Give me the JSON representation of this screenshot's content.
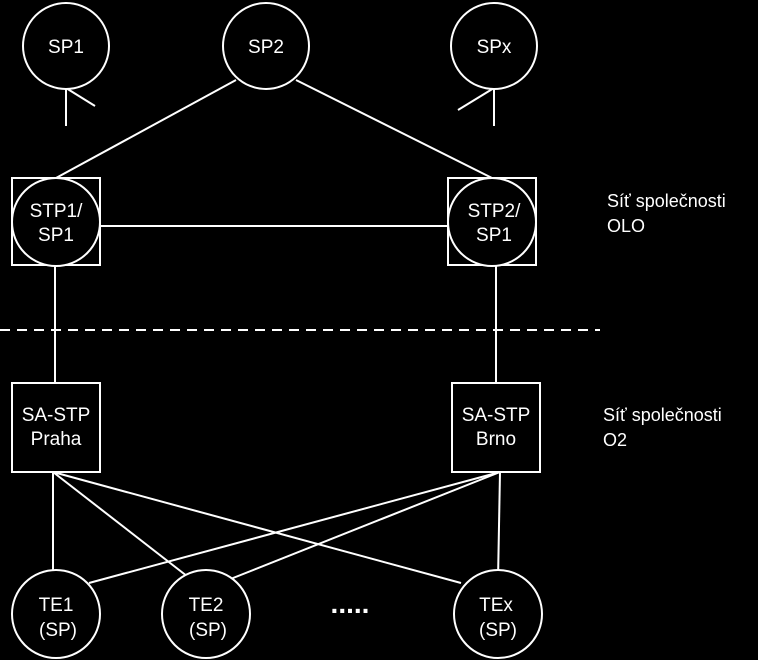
{
  "nodes": {
    "sp1": "SP1",
    "sp2": "SP2",
    "spx": "SPx",
    "stp1": [
      "STP1/",
      "SP1"
    ],
    "stp2": [
      "STP2/",
      "SP1"
    ],
    "sa_praha": [
      "SA-STP",
      "Praha"
    ],
    "sa_brno": [
      "SA-STP",
      "Brno"
    ],
    "te1": [
      "TE1",
      "(SP)"
    ],
    "te2": [
      "TE2",
      "(SP)"
    ],
    "tex": [
      "TEx",
      "(SP)"
    ]
  },
  "ellipsis": ".....",
  "regions": {
    "olo": [
      "Síť společnosti",
      "OLO"
    ],
    "o2": [
      "Síť společnosti",
      "O2"
    ]
  },
  "colors": {
    "background": "#000000",
    "foreground": "#ffffff"
  }
}
